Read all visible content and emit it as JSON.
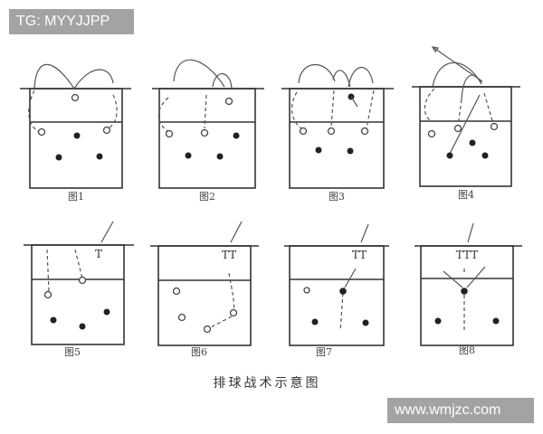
{
  "watermarks": {
    "top_left": "TG: MYYJJPP",
    "bottom_right": "www.wmjzc.com"
  },
  "caption": "排球战术示意图",
  "figures": [
    {
      "label": "图1"
    },
    {
      "label": "图2"
    },
    {
      "label": "图3"
    },
    {
      "label": "图4"
    },
    {
      "label": "图5"
    },
    {
      "label": "图6"
    },
    {
      "label": "图7"
    },
    {
      "label": "图8"
    }
  ],
  "blockers": {
    "fig5": "T",
    "fig6": "TT",
    "fig7": "TT",
    "fig8": "TTT"
  }
}
